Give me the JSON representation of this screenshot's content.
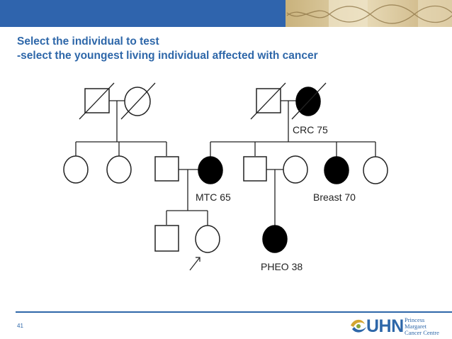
{
  "slide": {
    "title_line1": "Select the individual to test",
    "title_line2": "-select the youngest living individual affected with cancer",
    "number": "41"
  },
  "pedigree": {
    "labels": {
      "crc": "CRC 75",
      "mtc": "MTC 65",
      "breast": "Breast 70",
      "pheo": "PHEO 38"
    }
  },
  "logo": {
    "mark": "UHN",
    "line1": "Princess",
    "line2": "Margaret",
    "line3": "Cancer Centre"
  },
  "colors": {
    "accent": "#2e67a9",
    "banner_blue": "#2f64ad",
    "affected": "#000000",
    "unaffected": "#ffffff"
  },
  "icons": [
    "dna-banner-image",
    "uhn-logo-icon",
    "proband-arrow-icon"
  ]
}
